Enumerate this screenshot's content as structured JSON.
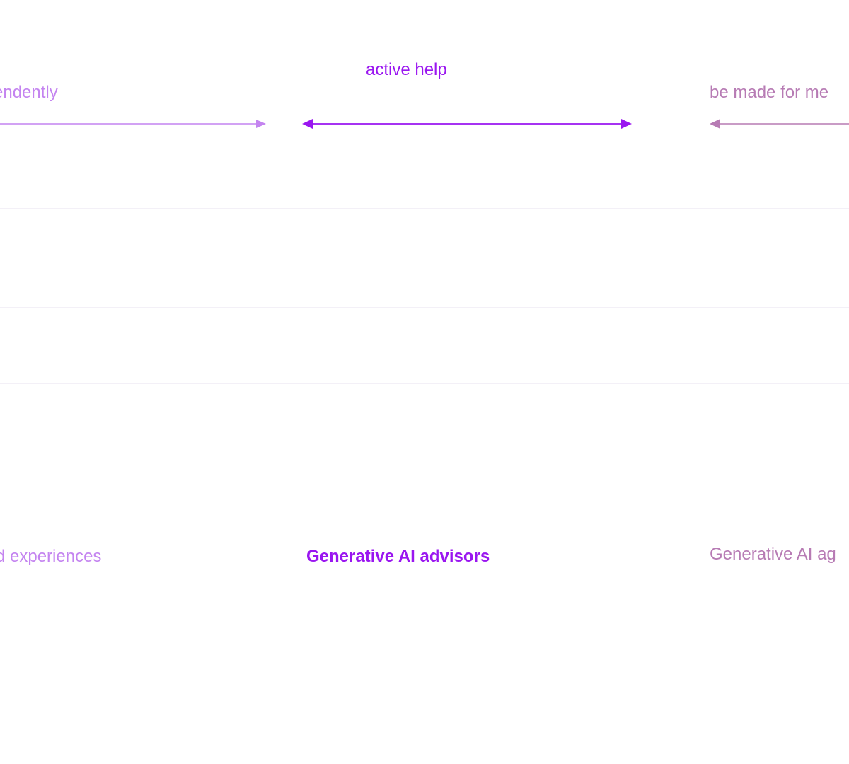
{
  "colors": {
    "left": "#c484f0",
    "center": "#9a16f0",
    "right": "#b77bb4",
    "rule": "#f3f0f7"
  },
  "arrows": {
    "left_label": "endently",
    "center_label": "active help",
    "right_label": "be made for me"
  },
  "tiers": {
    "left": "d experiences",
    "center": "Generative AI advisors",
    "right": "Generative AI ag"
  }
}
